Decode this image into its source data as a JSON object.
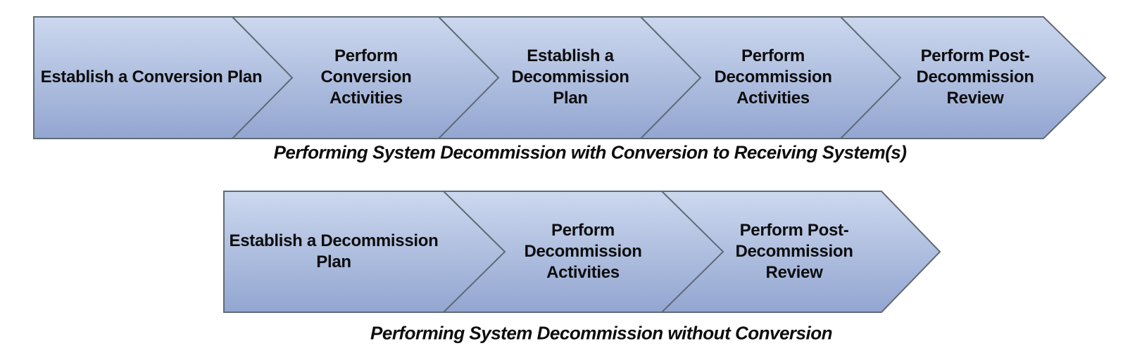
{
  "diagram": {
    "colors": {
      "gradient_top": "#ccd8ee",
      "gradient_bottom": "#93a6d1",
      "outline": "#5f6a76",
      "label_text": "#0d0d0d"
    },
    "flows": [
      {
        "caption": "Performing System Decommission with Conversion to Receiving System(s)",
        "steps": [
          {
            "label": "Establish a Conversion Plan"
          },
          {
            "label": "Perform Conversion Activities"
          },
          {
            "label": "Establish a Decommission Plan"
          },
          {
            "label": "Perform Decommission Activities"
          },
          {
            "label": "Perform Post-Decommission Review"
          }
        ]
      },
      {
        "caption": "Performing System Decommission without Conversion",
        "steps": [
          {
            "label": "Establish a Decommission Plan"
          },
          {
            "label": "Perform Decommission Activities"
          },
          {
            "label": "Perform Post-Decommission Review"
          }
        ]
      }
    ]
  }
}
